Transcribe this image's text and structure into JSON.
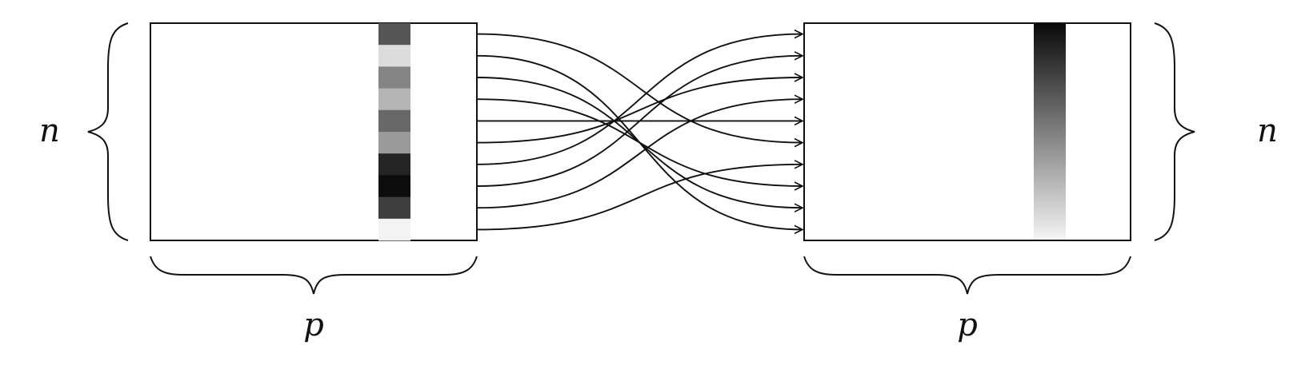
{
  "labels": {
    "left_rows": "n",
    "left_cols": "p",
    "right_rows": "n",
    "right_cols": "p"
  },
  "left_matrix": {
    "column_cells": [
      "#555555",
      "#dcdcdc",
      "#848484",
      "#b4b4b4",
      "#686868",
      "#9a9a9a",
      "#242424",
      "#0c0c0c",
      "#3e3e3e",
      "#f3f3f3"
    ]
  },
  "right_matrix": {
    "sorted_column": {
      "top_color": "#0a0a0a",
      "bottom_color": "#f4f4f4"
    }
  },
  "permutation": [
    5,
    9,
    8,
    7,
    4,
    2,
    0,
    1,
    3,
    6
  ],
  "colors": {
    "stroke": "#111111",
    "background": "#ffffff"
  }
}
